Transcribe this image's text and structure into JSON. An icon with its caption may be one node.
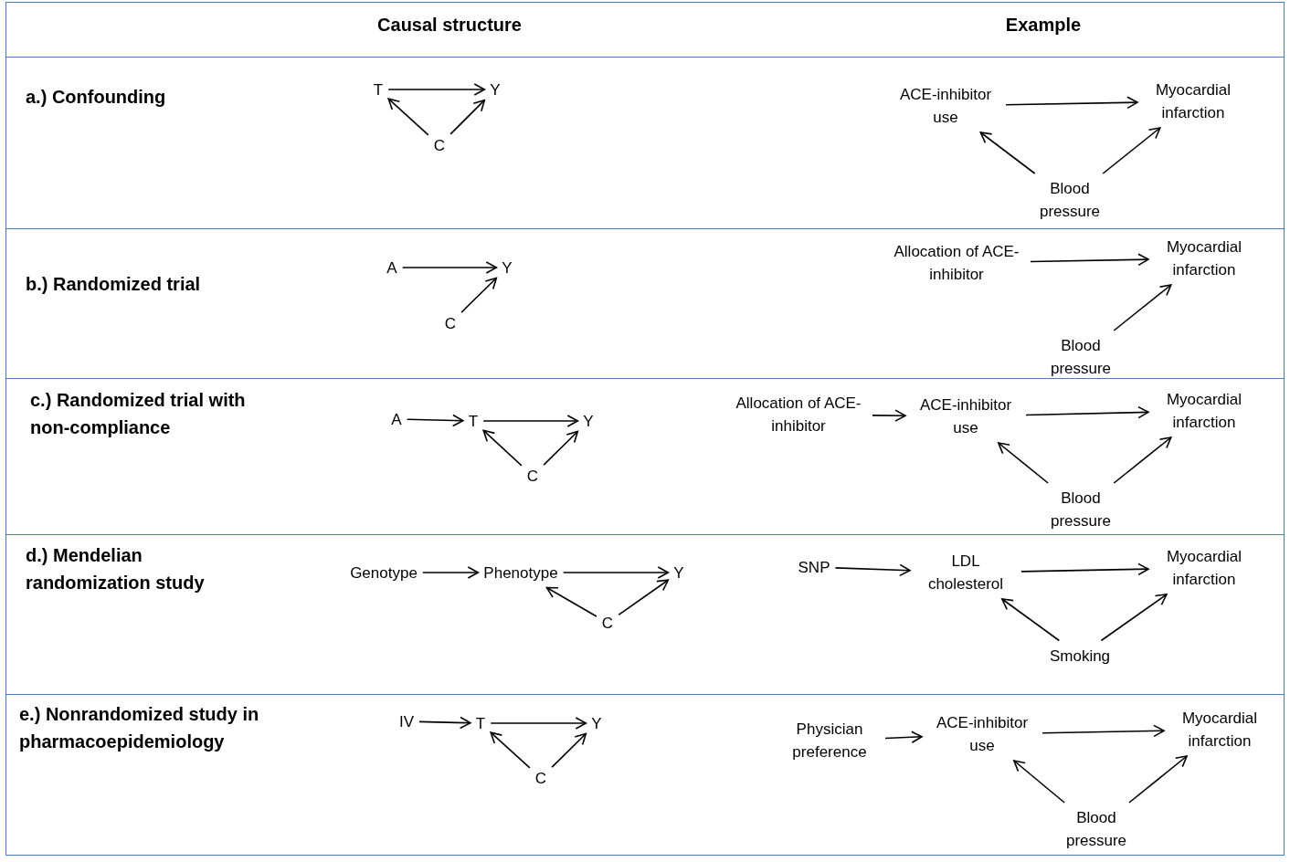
{
  "diagram": {
    "nodes": [
      {
        "text": [
          "a.) Confounding"
        ]
      },
      {
        "text": [
          "T"
        ],
        "in": 0
      },
      {
        "text": [
          "Y"
        ],
        "in": 0
      },
      {
        "text": [
          "C"
        ],
        "in": 0
      },
      {
        "text": [
          "ACE-inhibitor use"
        ],
        "in": 0
      },
      {
        "text": [
          "Myocardial infarction"
        ],
        "in": 0
      },
      {
        "text": [
          "Blood pressure"
        ],
        "in": 0
      },
      {
        "text": [
          "b.) Randomized trial"
        ]
      },
      {
        "text": [
          "A"
        ],
        "in": 7
      },
      {
        "text": [
          "Y"
        ],
        "in": 7
      },
      {
        "text": [
          "C"
        ],
        "in": 7
      },
      {
        "text": [
          "Allocation of ACE-inhibitor"
        ],
        "in": 7
      },
      {
        "text": [
          "Myocardial infarction"
        ],
        "in": 7
      },
      {
        "text": [
          "Blood pressure"
        ],
        "in": 7
      },
      {
        "text": [
          "c.) Randomized trial with non-compliance"
        ]
      },
      {
        "text": [
          "A"
        ],
        "in": 14
      },
      {
        "text": [
          "T"
        ],
        "in": 14
      },
      {
        "text": [
          "Y"
        ],
        "in": 14
      },
      {
        "text": [
          "C"
        ],
        "in": 14
      },
      {
        "text": [
          "Allocation of ACE-inhibitor"
        ],
        "in": 14
      },
      {
        "text": [
          "ACE-inhibitor use"
        ],
        "in": 14
      },
      {
        "text": [
          "Myocardial infarction"
        ],
        "in": 14
      },
      {
        "text": [
          "Blood pressure"
        ],
        "in": 14
      },
      {
        "text": [
          "d.) Mendelian randomization study"
        ]
      },
      {
        "text": [
          "Genotype"
        ],
        "in": 23
      },
      {
        "text": [
          "Phenotype"
        ],
        "in": 23
      },
      {
        "text": [
          "Y"
        ],
        "in": 23
      },
      {
        "text": [
          "C"
        ],
        "in": 23
      },
      {
        "text": [
          "SNP"
        ],
        "in": 23
      },
      {
        "text": [
          "LDL cholesterol"
        ],
        "in": 23
      },
      {
        "text": [
          "Myocardial infarction"
        ],
        "in": 23
      },
      {
        "text": [
          "Smoking"
        ],
        "in": 23
      },
      {
        "text": [
          "e.) Nonrandomized study in pharmacoepidemiology"
        ]
      },
      {
        "text": [
          "IV"
        ],
        "in": 32
      },
      {
        "text": [
          "T"
        ],
        "in": 32
      },
      {
        "text": [
          "Y"
        ],
        "in": 32
      },
      {
        "text": [
          "C"
        ],
        "in": 32
      },
      {
        "text": [
          "Physician preference"
        ],
        "in": 32
      },
      {
        "text": [
          "ACE-inhibitor use"
        ],
        "in": 32
      },
      {
        "text": [
          "Myocardial infarction"
        ],
        "in": 32
      },
      {
        "text": [
          "Blood pressure"
        ],
        "in": 32
      }
    ],
    "edges": [
      {
        "from": 1,
        "to": 2,
        "arrow": "to"
      },
      {
        "from": 3,
        "to": 1,
        "arrow": "to"
      },
      {
        "from": 3,
        "to": 2,
        "arrow": "to"
      },
      {
        "from": 4,
        "to": 5,
        "arrow": "to"
      },
      {
        "from": 6,
        "to": 4,
        "arrow": "to"
      },
      {
        "from": 6,
        "to": 5,
        "arrow": "to"
      },
      {
        "from": 8,
        "to": 9,
        "arrow": "to"
      },
      {
        "from": 10,
        "to": 9,
        "arrow": "to"
      },
      {
        "from": 11,
        "to": 12,
        "arrow": "to"
      },
      {
        "from": 13,
        "to": 12,
        "arrow": "to"
      },
      {
        "from": 15,
        "to": 16,
        "arrow": "to"
      },
      {
        "from": 16,
        "to": 17,
        "arrow": "to"
      },
      {
        "from": 18,
        "to": 16,
        "arrow": "to"
      },
      {
        "from": 18,
        "to": 17,
        "arrow": "to"
      },
      {
        "from": 19,
        "to": 20,
        "arrow": "to"
      },
      {
        "from": 20,
        "to": 21,
        "arrow": "to"
      },
      {
        "from": 22,
        "to": 20,
        "arrow": "to"
      },
      {
        "from": 22,
        "to": 21,
        "arrow": "to"
      },
      {
        "from": 24,
        "to": 25,
        "arrow": "to"
      },
      {
        "from": 25,
        "to": 26,
        "arrow": "to"
      },
      {
        "from": 27,
        "to": 25,
        "arrow": "to"
      },
      {
        "from": 27,
        "to": 26,
        "arrow": "to"
      },
      {
        "from": 28,
        "to": 29,
        "arrow": "to"
      },
      {
        "from": 29,
        "to": 30,
        "arrow": "to"
      },
      {
        "from": 31,
        "to": 29,
        "arrow": "to"
      },
      {
        "from": 31,
        "to": 30,
        "arrow": "to"
      },
      {
        "from": 33,
        "to": 34,
        "arrow": "to"
      },
      {
        "from": 34,
        "to": 35,
        "arrow": "to"
      },
      {
        "from": 36,
        "to": 34,
        "arrow": "to"
      },
      {
        "from": 36,
        "to": 35,
        "arrow": "to"
      },
      {
        "from": 37,
        "to": 38,
        "arrow": "to"
      },
      {
        "from": 38,
        "to": 39,
        "arrow": "to"
      },
      {
        "from": 40,
        "to": 38,
        "arrow": "to"
      },
      {
        "from": 40,
        "to": 39,
        "arrow": "to"
      }
    ],
    "labels": [
      "Causal structure",
      "Example"
    ]
  }
}
